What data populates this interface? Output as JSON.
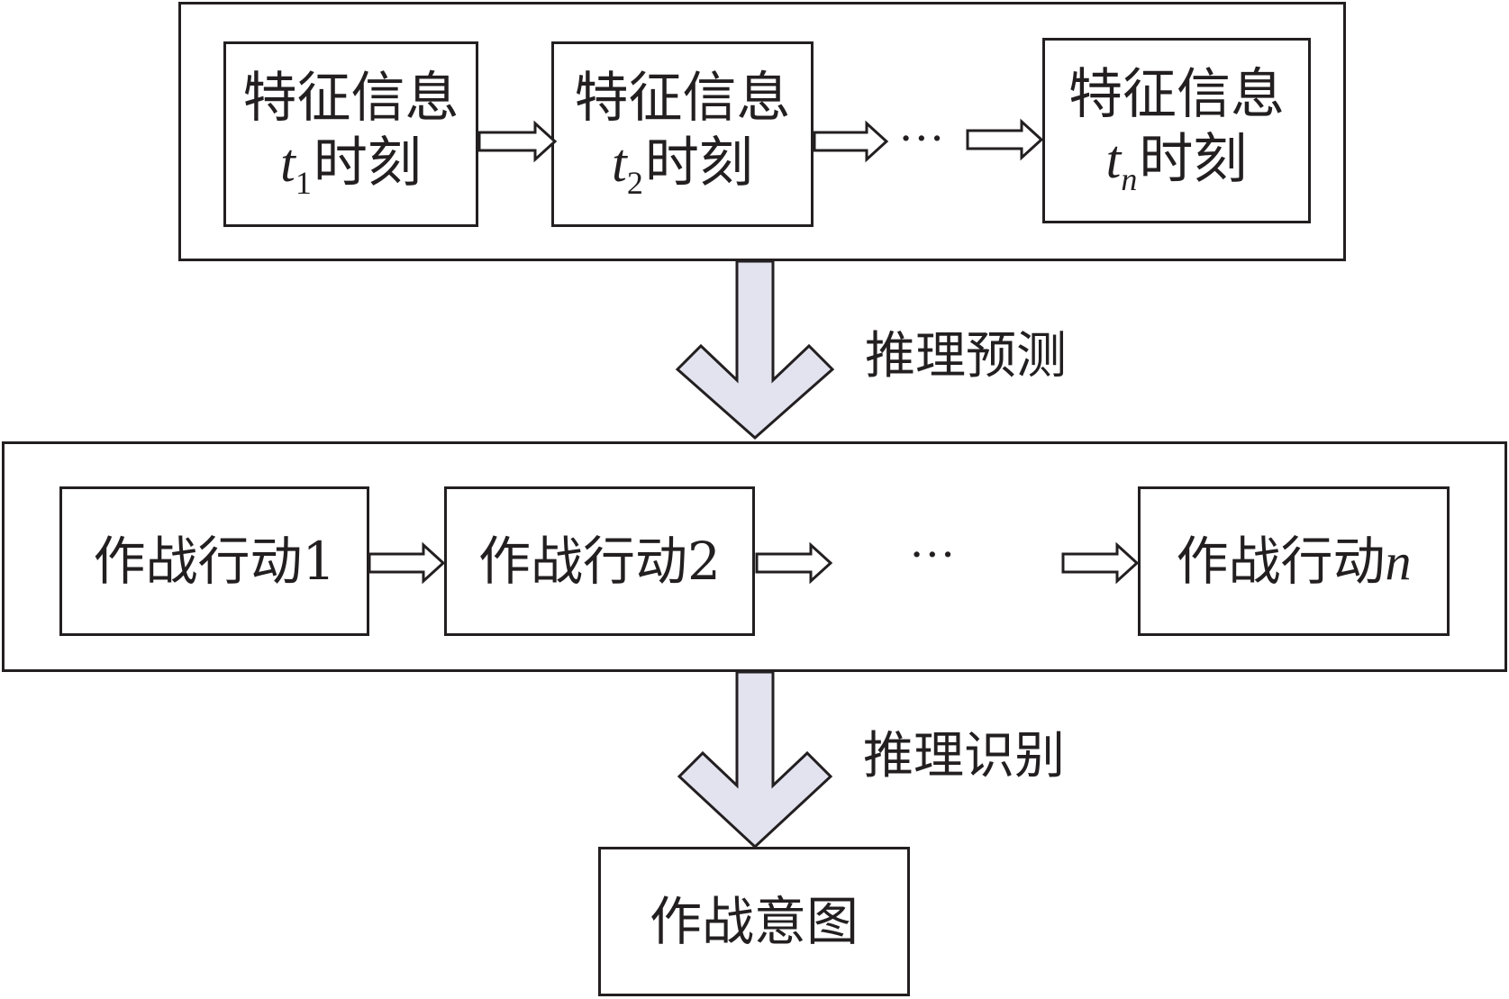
{
  "feature_row": {
    "boxes": [
      {
        "title": "特征信息",
        "time_var": "t",
        "time_sub": "1",
        "time_suffix": "时刻"
      },
      {
        "title": "特征信息",
        "time_var": "t",
        "time_sub": "2",
        "time_suffix": "时刻"
      },
      {
        "title": "特征信息",
        "time_var": "t",
        "time_sub": "n",
        "time_suffix": "时刻"
      }
    ],
    "ellipsis": "···"
  },
  "step1_label": "推理预测",
  "action_row": {
    "boxes": [
      "作战行动1",
      "作战行动2",
      "作战行动"
    ],
    "last_suffix": "n",
    "ellipsis": "···"
  },
  "step2_label": "推理识别",
  "result_box": "作战意图",
  "colors": {
    "line": "#231f20",
    "big_arrow_fill": "#e2e3ef",
    "background": "#ffffff"
  }
}
